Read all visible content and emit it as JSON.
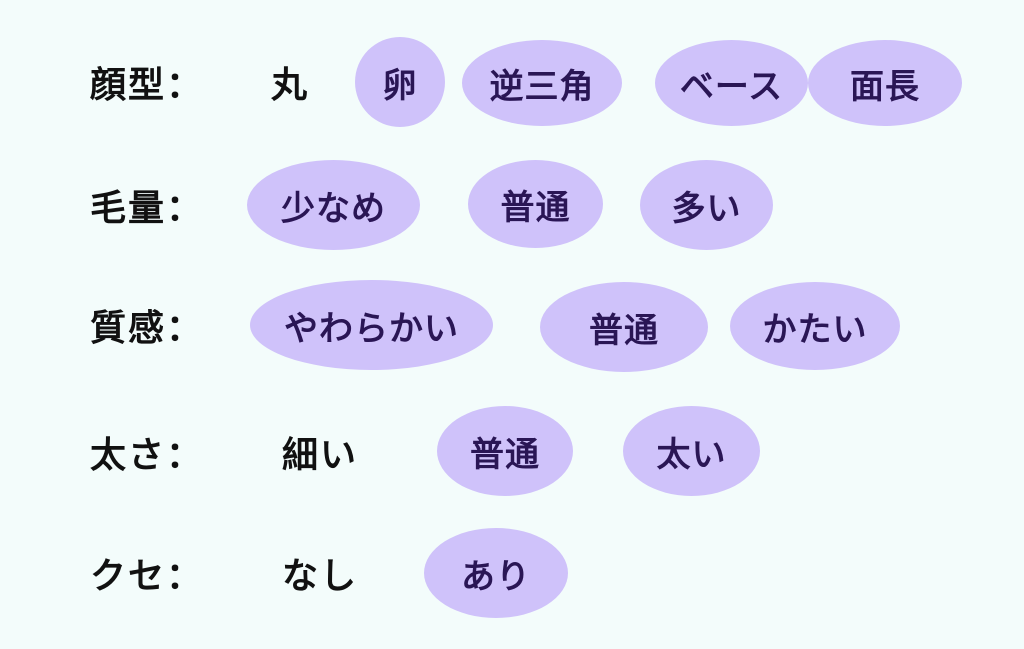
{
  "colors": {
    "background": "#f3fcfb",
    "highlight": "#cfc2fa",
    "highlight_text": "#2a1655",
    "plain_text": "#111111"
  },
  "rows": [
    {
      "label": "顔型：",
      "options": [
        {
          "text": "丸",
          "highlighted": false
        },
        {
          "text": "卵",
          "highlighted": true
        },
        {
          "text": "逆三角",
          "highlighted": true
        },
        {
          "text": "ベース",
          "highlighted": true
        },
        {
          "text": "面長",
          "highlighted": true
        }
      ]
    },
    {
      "label": "毛量：",
      "options": [
        {
          "text": "少なめ",
          "highlighted": true
        },
        {
          "text": "普通",
          "highlighted": true
        },
        {
          "text": "多い",
          "highlighted": true
        }
      ]
    },
    {
      "label": "質感：",
      "options": [
        {
          "text": "やわらかい",
          "highlighted": true
        },
        {
          "text": "普通",
          "highlighted": true
        },
        {
          "text": "かたい",
          "highlighted": true
        }
      ]
    },
    {
      "label": "太さ：",
      "options": [
        {
          "text": "細い",
          "highlighted": false
        },
        {
          "text": "普通",
          "highlighted": true
        },
        {
          "text": "太い",
          "highlighted": true
        }
      ]
    },
    {
      "label": "クセ：",
      "options": [
        {
          "text": "なし",
          "highlighted": false
        },
        {
          "text": "あり",
          "highlighted": true
        }
      ]
    }
  ]
}
